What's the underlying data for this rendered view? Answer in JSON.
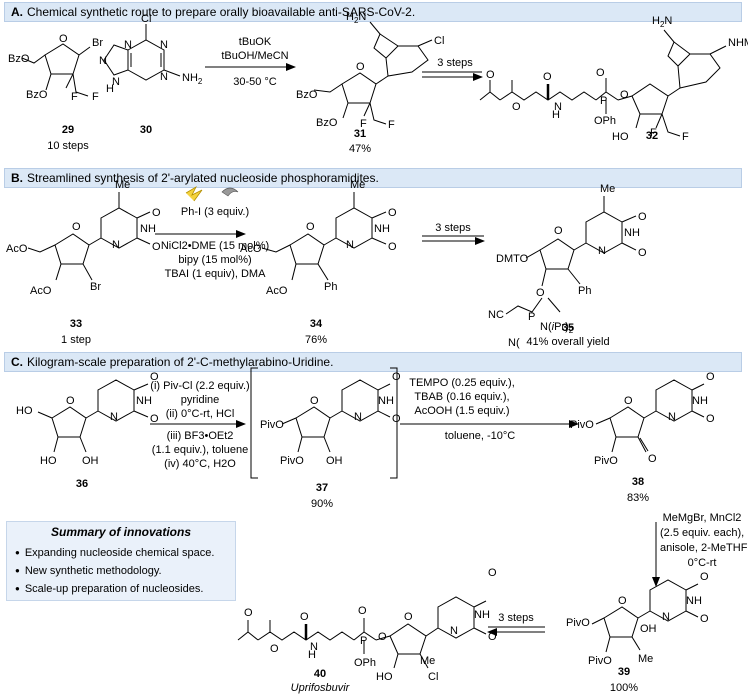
{
  "panels": {
    "a": {
      "letter": "A.",
      "title": "Chemical synthetic route to prepare orally bioavailable anti-SARS-CoV-2."
    },
    "b": {
      "letter": "B.",
      "title": "Streamlined synthesis of 2'-arylated nucleoside phosphoramidites."
    },
    "c": {
      "letter": "C.",
      "title": "Kilogram-scale preparation of 2'-C-methylarabino-Uridine."
    }
  },
  "a": {
    "c29": {
      "num": "29",
      "note": "10 steps"
    },
    "c30": {
      "num": "30"
    },
    "c31": {
      "num": "31",
      "yield": "47%"
    },
    "c32": {
      "num": "32"
    },
    "cond1": [
      "tBuOK",
      "tBuOH/MeCN",
      "30-50 °C"
    ],
    "cond2": "3 steps"
  },
  "b": {
    "c33": {
      "num": "33",
      "note": "1 step"
    },
    "c34": {
      "num": "34",
      "yield": "76%"
    },
    "c35": {
      "num": "35",
      "yield": "41% overall yield"
    },
    "cond1": [
      "Ph-I (3 equiv.)",
      "NiCl2•DME (15 mol%)",
      "bipy (15 mol%)",
      "TBAI (1 equiv), DMA"
    ],
    "cond2": "3 steps"
  },
  "c": {
    "c36": {
      "num": "36"
    },
    "c37": {
      "num": "37",
      "yield": "90%"
    },
    "c38": {
      "num": "38",
      "yield": "83%"
    },
    "c39": {
      "num": "39",
      "yield": "100%"
    },
    "c40": {
      "num": "40",
      "name": "Uprifosbuvir"
    },
    "cond1": [
      "(i) Piv-Cl (2.2 equiv.)",
      "pyridine",
      "(ii) 0°C-rt, HCl",
      "(iii) BF3•OEt2",
      "(1.1 equiv.), toluene",
      "(iv) 40°C, H2O"
    ],
    "cond2": [
      "TEMPO (0.25 equiv.),",
      "TBAB (0.16 equiv.),",
      "AcOOH (1.5 equiv.)",
      "toluene, -10°C"
    ],
    "cond3": [
      "MeMgBr, MnCl2",
      "(2.5 equiv. each),",
      "anisole, 2-MeTHF",
      "0°C-rt"
    ],
    "cond4": "3 steps"
  },
  "summary": {
    "title": "Summary of innovations",
    "items": [
      "Expanding nucleoside chemical space.",
      "New synthetic methodology.",
      "Scale-up preparation of nucleosides."
    ]
  }
}
